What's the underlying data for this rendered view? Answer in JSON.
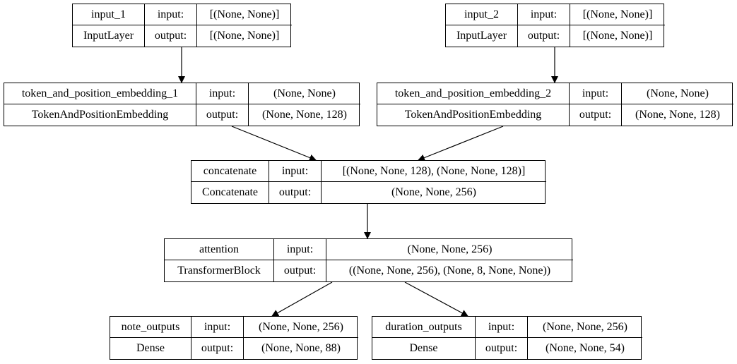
{
  "nodes": [
    {
      "id": "input_1",
      "name": "input_1",
      "class": "InputLayer",
      "in_label": "input:",
      "out_label": "output:",
      "in_shape": "[(None, None)]",
      "out_shape": "[(None, None)]"
    },
    {
      "id": "input_2",
      "name": "input_2",
      "class": "InputLayer",
      "in_label": "input:",
      "out_label": "output:",
      "in_shape": "[(None, None)]",
      "out_shape": "[(None, None)]"
    },
    {
      "id": "emb1",
      "name": "token_and_position_embedding_1",
      "class": "TokenAndPositionEmbedding",
      "in_label": "input:",
      "out_label": "output:",
      "in_shape": "(None, None)",
      "out_shape": "(None, None, 128)"
    },
    {
      "id": "emb2",
      "name": "token_and_position_embedding_2",
      "class": "TokenAndPositionEmbedding",
      "in_label": "input:",
      "out_label": "output:",
      "in_shape": "(None, None)",
      "out_shape": "(None, None, 128)"
    },
    {
      "id": "concat",
      "name": "concatenate",
      "class": "Concatenate",
      "in_label": "input:",
      "out_label": "output:",
      "in_shape": "[(None, None, 128), (None, None, 128)]",
      "out_shape": "(None, None, 256)"
    },
    {
      "id": "attn",
      "name": "attention",
      "class": "TransformerBlock",
      "in_label": "input:",
      "out_label": "output:",
      "in_shape": "(None, None, 256)",
      "out_shape": "((None, None, 256), (None, 8, None, None))"
    },
    {
      "id": "note",
      "name": "note_outputs",
      "class": "Dense",
      "in_label": "input:",
      "out_label": "output:",
      "in_shape": "(None, None, 256)",
      "out_shape": "(None, None, 88)"
    },
    {
      "id": "dur",
      "name": "duration_outputs",
      "class": "Dense",
      "in_label": "input:",
      "out_label": "output:",
      "in_shape": "(None, None, 256)",
      "out_shape": "(None, None, 54)"
    }
  ],
  "edges": [
    {
      "from": "input_1",
      "to": "emb1"
    },
    {
      "from": "input_2",
      "to": "emb2"
    },
    {
      "from": "emb1",
      "to": "concat"
    },
    {
      "from": "emb2",
      "to": "concat"
    },
    {
      "from": "concat",
      "to": "attn"
    },
    {
      "from": "attn",
      "to": "note"
    },
    {
      "from": "attn",
      "to": "dur"
    }
  ]
}
